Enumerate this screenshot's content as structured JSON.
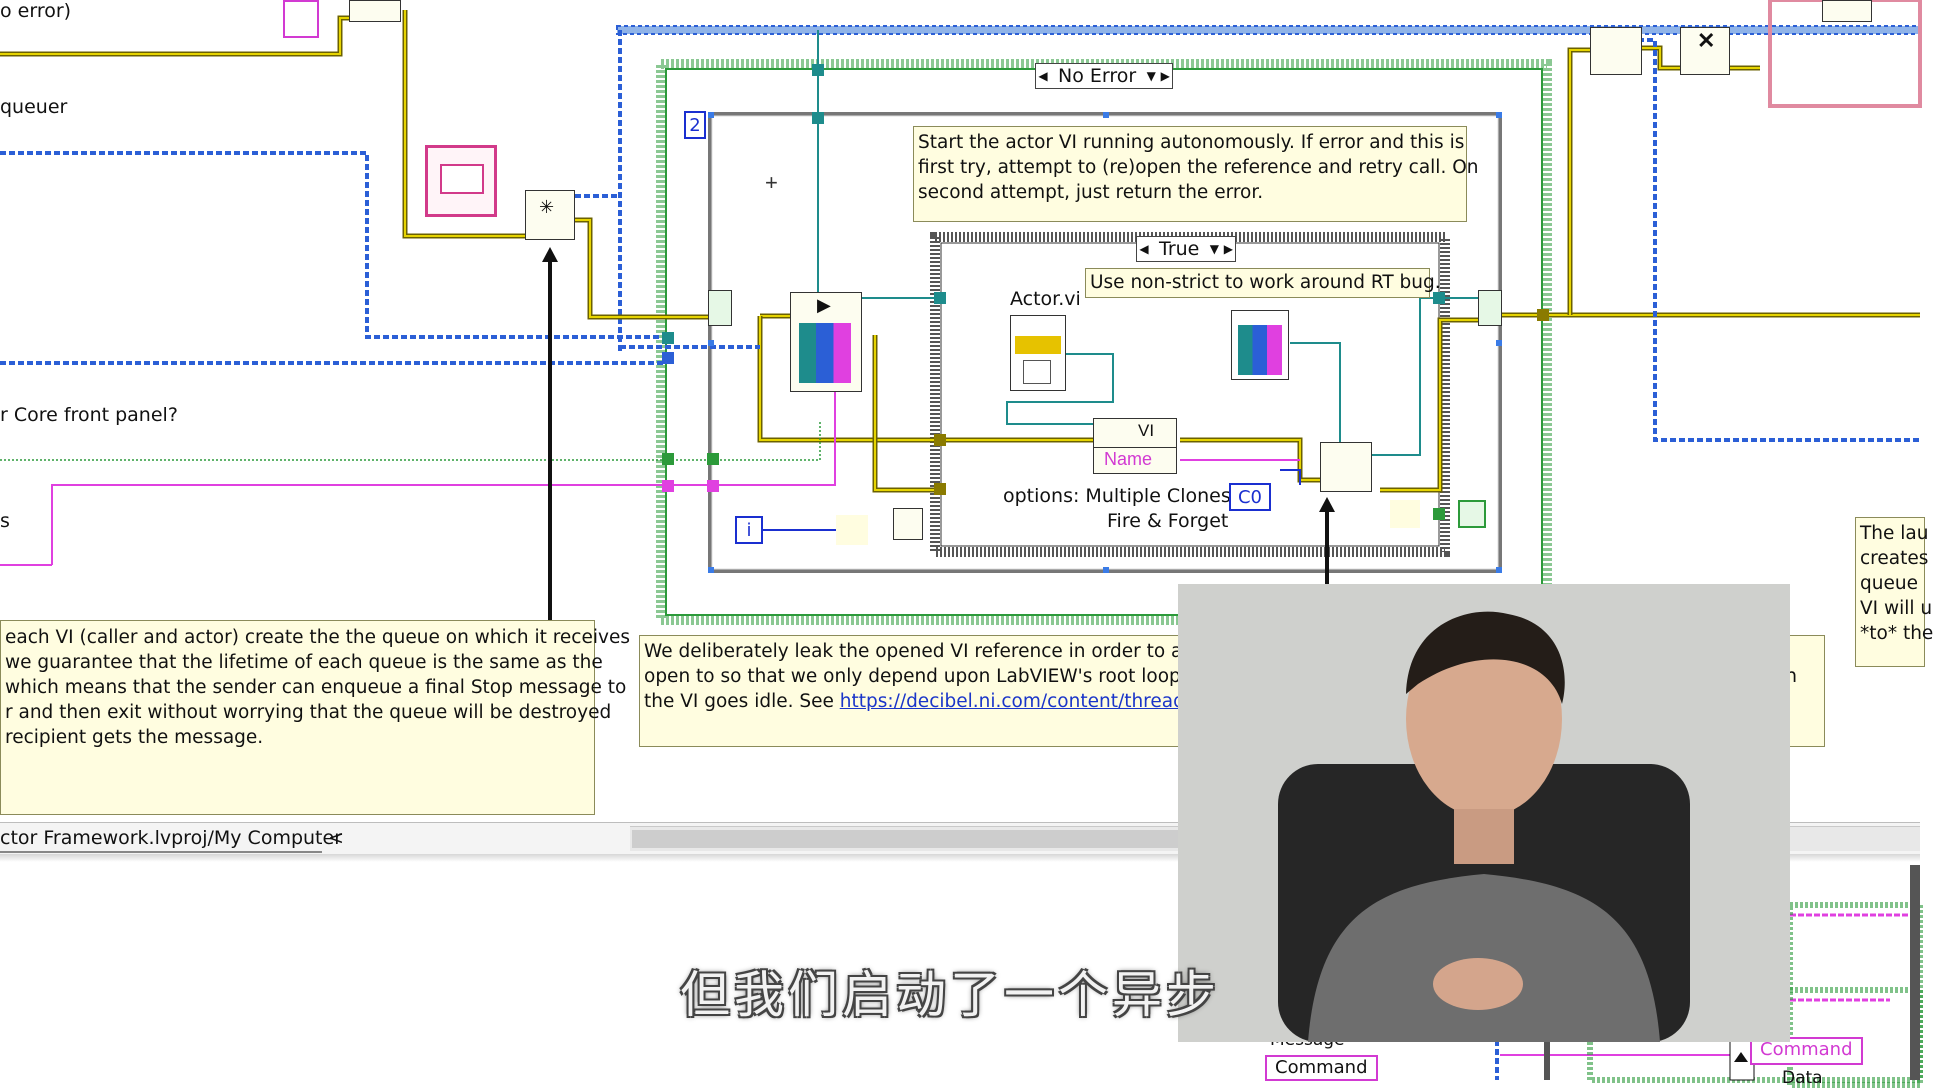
{
  "labels": {
    "error_label": "o error)",
    "enqueuer_label": "queuer",
    "front_panel_question": "r Core front panel?",
    "s_label": "s",
    "actor_vi_label": "Actor.vi",
    "name_property": "Name",
    "vi_node_label": "VI",
    "options_line1": "options: Multiple Clones,",
    "options_line2": "Fire & Forget",
    "options_constant": "C0",
    "iteration_terminal": "i",
    "loop_count": "2"
  },
  "case_selectors": {
    "outer": "No Error",
    "inner": "True"
  },
  "comments": {
    "start_actor": [
      "Start the actor VI running autonomously. If error and this is",
      "first try, attempt to (re)open the reference and retry call. On",
      "second attempt, just return the error."
    ],
    "rt_bug": "Use non-strict to work around RT bug.",
    "queue_lifetime": [
      "each VI (caller and actor) create the the queue on which it receives",
      " we guarantee that the lifetime of each queue is the same as the",
      "which means that the sender can enqueue a final Stop message to",
      "r and then exit without worrying that the queue will be destroyed",
      " recipient gets the message."
    ],
    "leak_reference": {
      "line1": "We deliberately leak the opened VI reference in order to achie",
      "line2": "open to so that we only depend upon LabVIEW's root loop sy",
      "line3_prefix": "the VI goes idle. See ",
      "link": "https://decibel.ni.com/content/thread/1"
    },
    "right_partial": [
      "The lau",
      "creates",
      "queue",
      "VI will u",
      "*to* the"
    ],
    "right_partial_n": "n"
  },
  "status_bar": {
    "project_path": "ctor Framework.lvproj/My Computer",
    "nav_arrow": "<"
  },
  "bottom_labels": {
    "message": "Message",
    "command_left": "Command",
    "command_right": "Command",
    "data": "Data"
  },
  "video_overlay": {
    "subtitle": "但我们启动了一个异步"
  },
  "colors": {
    "error_wire": "#c9b400",
    "queue_wire": "#2b5fd6",
    "string_wire": "#e040e0",
    "ref_wire": "#1e8c8c",
    "structure_border": "#2c9a3a",
    "comment_bg": "#fffde0"
  }
}
